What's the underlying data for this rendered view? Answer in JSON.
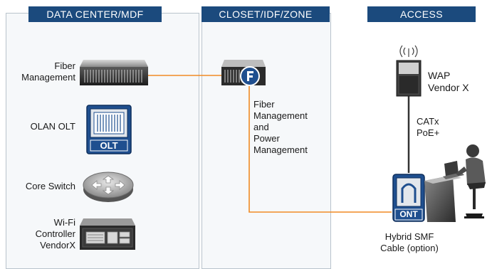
{
  "columns": {
    "datacenter": "DATA CENTER/MDF",
    "closet": "CLOSET/IDF/ZONE",
    "access": "ACCESS"
  },
  "devices": {
    "fiber_mgmt": [
      "Fiber",
      "Management"
    ],
    "olan_olt": "OLAN OLT",
    "olt_badge": "OLT",
    "core_switch": "Core Switch",
    "wifi_controller": [
      "Wi-Fi",
      "Controller",
      "VendorX"
    ],
    "closet_enclosure": [
      "Fiber",
      "Management",
      "and",
      "Power",
      "Management"
    ],
    "wap": [
      "WAP",
      "Vendor X"
    ],
    "cable": [
      "CATx",
      "PoE+"
    ],
    "ont_badge": "ONT",
    "hybrid_cable": [
      "Hybrid SMF",
      "Cable (option)"
    ]
  },
  "colors": {
    "header": "#1b4a7d",
    "fiber": "#f08a24",
    "copper": "#333333",
    "ont_blue": "#1f4f8f"
  },
  "icons": [
    "rack-fiber-icon",
    "olt-chassis-icon",
    "core-router-icon",
    "wifi-controller-icon",
    "fiber-enclosure-icon",
    "fiber-logo-icon",
    "wap-icon",
    "wifi-signal-icon",
    "ont-icon",
    "person-at-desk-icon"
  ]
}
